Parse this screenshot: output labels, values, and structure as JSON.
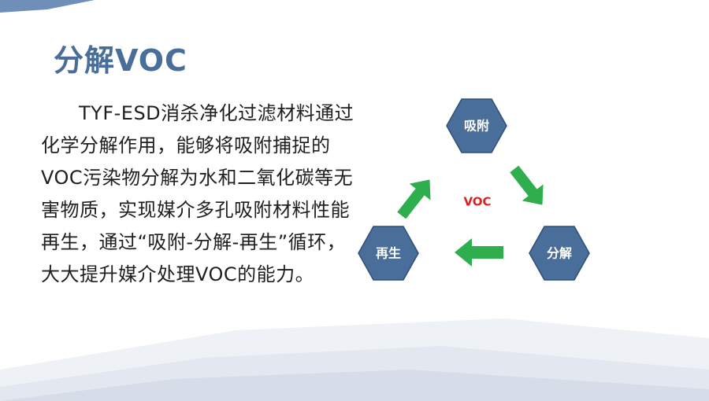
{
  "title": "分解VOC",
  "paragraph": "TYF-ESD消杀净化过滤材料通过化学分解作用，能够将吸附捕捉的VOC污染物分解为水和二氧化碳等无害物质，实现媒介多孔吸附材料性能再生，通过“吸附-分解-再生”循环，大大提升媒介处理VOC的能力。",
  "cycle": {
    "center": "VOC",
    "nodes": [
      "吸附",
      "分解",
      "再生"
    ]
  },
  "colors": {
    "title": "#4a6e9a",
    "hexagon": "#4a6e9a",
    "arrow": "#2fae4e",
    "center_text": "#e02020"
  }
}
